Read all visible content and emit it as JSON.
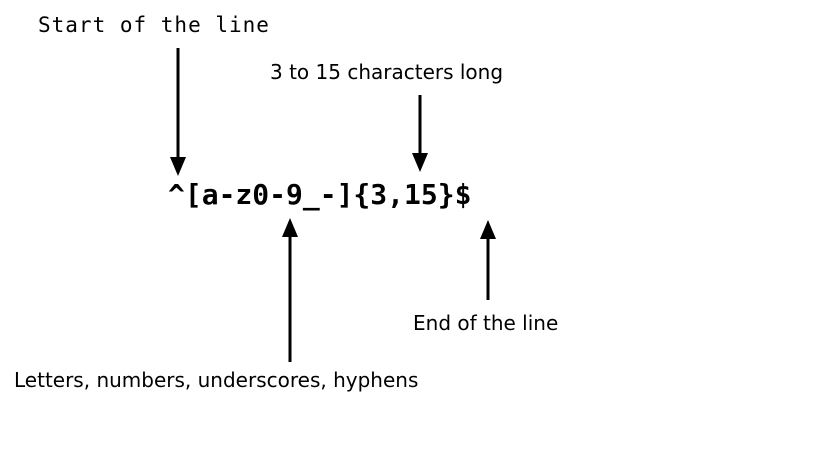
{
  "diagram": {
    "regex": "^[a-z0-9_-]{3,15}$",
    "labels": {
      "start": "Start of the line",
      "length": "3 to 15 characters long",
      "end": "End of the line",
      "charset": "Letters, numbers, underscores, hyphens"
    },
    "colors": {
      "ink": "#000000",
      "background": "#ffffff"
    }
  }
}
